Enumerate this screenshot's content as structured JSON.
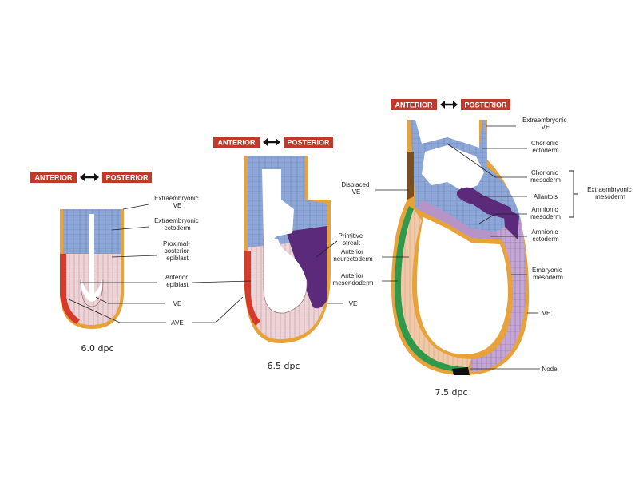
{
  "orientation": {
    "anterior": "ANTERIOR",
    "posterior": "POSTERIOR"
  },
  "colors": {
    "badge": "#c0392b",
    "ve_orange": "#e8a23a",
    "ectoderm_blue": "#8ea7d6",
    "epiblast_pink": "#ecd3d6",
    "ave_red": "#d63a2a",
    "streak_purple": "#5b2a7a",
    "mesoderm_lilac": "#b794c8",
    "endoderm_green": "#2f9a4e",
    "neurectoderm_peach": "#f0c9a8"
  },
  "embryo_60": {
    "stage": "6.0 dpc",
    "labels": {
      "extraembryonic_ve": [
        "Extraembryonic",
        "VE"
      ],
      "extraembryonic_ectoderm": [
        "Extraembryonic",
        "ectoderm"
      ],
      "proximal_posterior_epiblast": [
        "Proximal-",
        "posterior",
        "epiblast"
      ],
      "anterior_epiblast": [
        "Anterior",
        "epiblast"
      ],
      "ve": [
        "VE"
      ],
      "ave": [
        "AVE"
      ]
    }
  },
  "embryo_65": {
    "stage": "6.5 dpc",
    "labels": {
      "primitive_streak": [
        "Primitive",
        "streak"
      ],
      "ve": [
        "VE"
      ]
    }
  },
  "embryo_75": {
    "stage": "7.5 dpc",
    "labels": {
      "extraembryonic_ve": [
        "Extraembryonic",
        "VE"
      ],
      "chorionic_ectoderm": [
        "Chorionic",
        "ectoderm"
      ],
      "chorionic_mesoderm": [
        "Chorionic",
        "mesoderm"
      ],
      "allantois": [
        "Allantois"
      ],
      "amnionic_mesoderm": [
        "Amnionic",
        "mesoderm"
      ],
      "amnionic_ectoderm": [
        "Amnionic",
        "ectoderm"
      ],
      "embryonic_mesoderm": [
        "Embryonic",
        "mesoderm"
      ],
      "ve": [
        "VE"
      ],
      "node": [
        "Node"
      ],
      "displaced_ve": [
        "Displaced",
        "VE"
      ],
      "anterior_neurectoderm": [
        "Anterior",
        "neurectoderm"
      ],
      "anterior_mesendoderm": [
        "Anterior",
        "mesendoderm"
      ],
      "extraembryonic_mesoderm": [
        "Extraembryonic",
        "mesoderm"
      ]
    }
  }
}
